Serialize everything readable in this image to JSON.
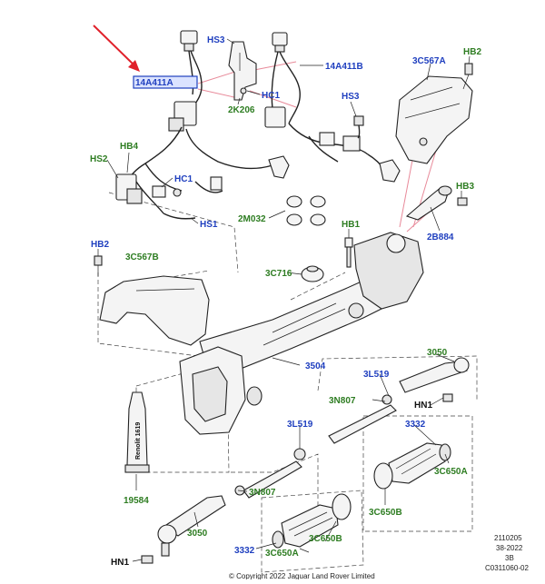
{
  "callouts": {
    "hs3_top": "HS3",
    "p14a411b": "14A411B",
    "p14a411a": "14A411A",
    "hc1_top": "HC1",
    "p2k206": "2K206",
    "hs3_right": "HS3",
    "hb2_top": "HB2",
    "p3c567a": "3C567A",
    "hb4": "HB4",
    "hs2": "HS2",
    "hc1_left": "HC1",
    "hs1": "HS1",
    "p2m032": "2M032",
    "hb1": "HB1",
    "hb3": "HB3",
    "p2b884": "2B884",
    "hb2_left": "HB2",
    "p3c567b": "3C567B",
    "p3c716": "3C716",
    "p3504": "3504",
    "p3050_right": "3050",
    "p3l519_right": "3L519",
    "p3n807_right": "3N807",
    "hn1_right": "HN1",
    "sealant_tube": "Renolit 1619",
    "p19584": "19584",
    "p3l519_left": "3L519",
    "p3332_right": "3332",
    "p3c650a_right": "3C650A",
    "p3n807_left": "3N807",
    "p3c650b_right": "3C650B",
    "p3050_left": "3050",
    "p3332_left": "3332",
    "p3c650a_bottom": "3C650A",
    "p3c650b_bottom": "3C650B",
    "hn1_left": "HN1"
  },
  "footer": {
    "code1": "2110205",
    "code2": "38-2022",
    "code3": "3B",
    "code4": "C0311060-02",
    "copyright": "© Copyright 2022 Jaguar Land Rover Limited"
  },
  "colors": {
    "arrow": "#e0202a",
    "highlight_border": "#1f3fbf",
    "highlight_fill": "#dbe3ff",
    "leader_pink": "#e88a9a",
    "label_blue": "#1f3fbf",
    "label_green": "#2e7d22"
  }
}
